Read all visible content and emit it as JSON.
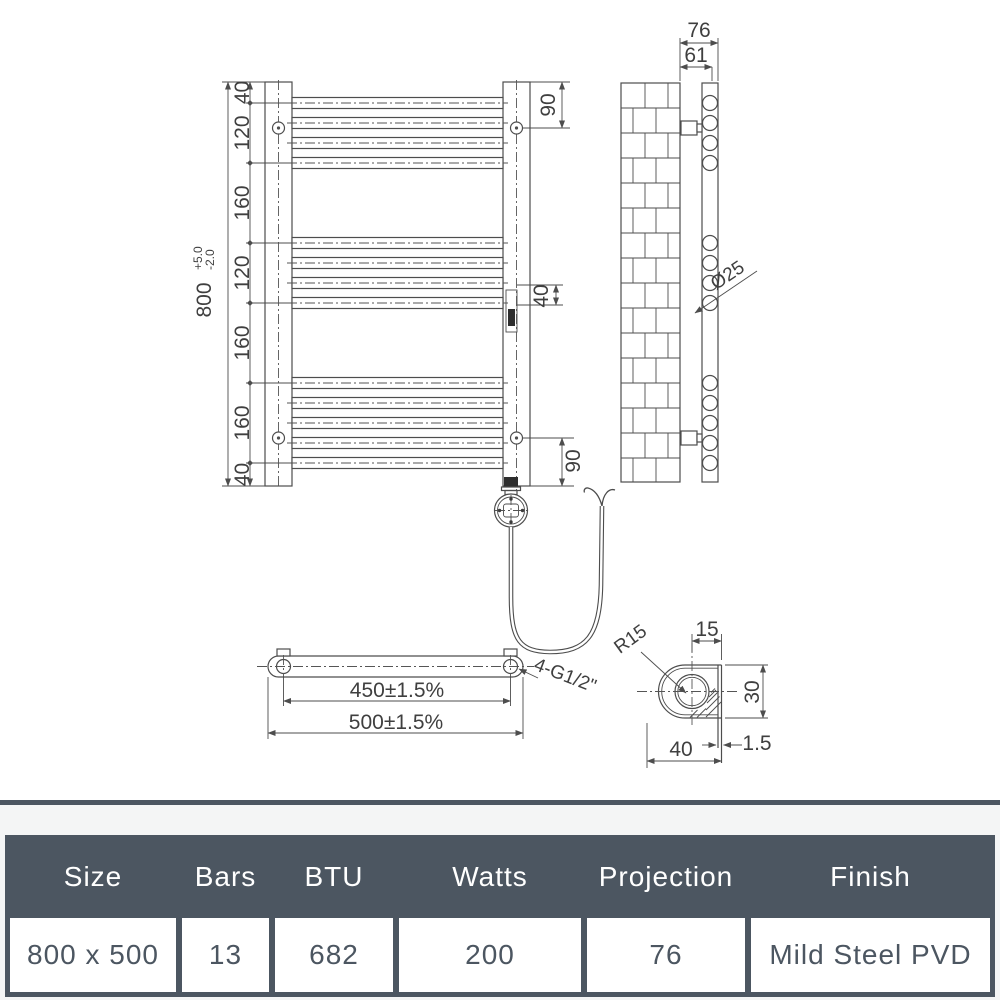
{
  "colors": {
    "line": "#4d4d4d",
    "table_bg": "#4c5661",
    "table_header_text": "#ffffff",
    "cell_bg": "#ffffff",
    "cell_text": "#4c5661",
    "band_bg": "#f4f5f5"
  },
  "front_view": {
    "segment_dims": [
      "40",
      "120",
      "160",
      "120",
      "160",
      "160",
      "40"
    ],
    "overall_height": "800",
    "tol_plus": "+5.0",
    "tol_minus": "-2.0",
    "top_bracket_dim": "90",
    "element_dim": "40",
    "bottom_bracket_dim": "90"
  },
  "side_view": {
    "projection_dim": "76",
    "wall_to_center_dim": "61",
    "bar_diameter_label": "Ø25"
  },
  "bottom_view": {
    "pipe_centres_dim": "450±1.5%",
    "overall_width_dim": "500±1.5%",
    "connection_label": "4-G1/2\""
  },
  "section_view": {
    "radius_label": "R15",
    "offset_dim": "15",
    "height_dim": "30",
    "width_dim": "40",
    "thickness_dim": "1.5"
  },
  "spec_table": {
    "headers": [
      "Size",
      "Bars",
      "BTU",
      "Watts",
      "Projection",
      "Finish"
    ],
    "values": [
      "800 x 500",
      "13",
      "682",
      "200",
      "76",
      "Mild Steel PVD"
    ]
  }
}
